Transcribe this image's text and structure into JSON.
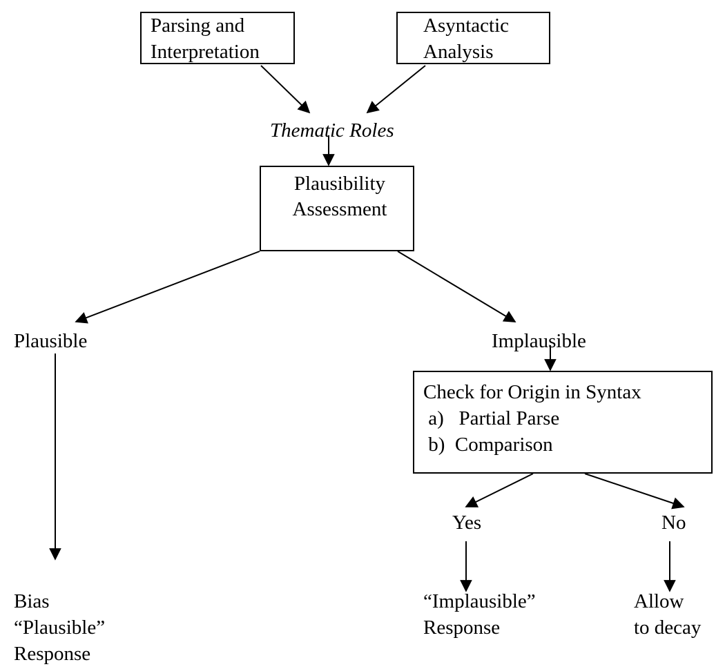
{
  "diagram": {
    "nodes": {
      "parsing": {
        "line1": "Parsing and",
        "line2": "Interpretation"
      },
      "asyntactic": {
        "line1": "Asyntactic",
        "line2": "Analysis"
      },
      "thematic": {
        "label": "Thematic Roles"
      },
      "plausibility": {
        "line1": "Plausibility",
        "line2": "Assessment"
      },
      "plausible": {
        "label": "Plausible"
      },
      "implausible": {
        "label": "Implausible"
      },
      "check": {
        "line1": "Check for Origin in Syntax",
        "line2": " a)   Partial Parse",
        "line3": " b)  Comparison"
      },
      "yes": {
        "label": "Yes"
      },
      "no": {
        "label": "No"
      },
      "bias": {
        "line1": "Bias",
        "line2": "“Plausible”",
        "line3": "Response"
      },
      "implausible_response": {
        "line1": "“Implausible”",
        "line2": "Response"
      },
      "decay": {
        "line1": "Allow",
        "line2": "to decay"
      }
    },
    "edges": [
      {
        "from": "parsing",
        "to": "thematic"
      },
      {
        "from": "asyntactic",
        "to": "thematic"
      },
      {
        "from": "thematic",
        "to": "plausibility"
      },
      {
        "from": "plausibility",
        "to": "plausible"
      },
      {
        "from": "plausibility",
        "to": "implausible"
      },
      {
        "from": "implausible",
        "to": "check"
      },
      {
        "from": "check",
        "to": "yes"
      },
      {
        "from": "check",
        "to": "no"
      },
      {
        "from": "plausible",
        "to": "bias"
      },
      {
        "from": "yes",
        "to": "implausible_response"
      },
      {
        "from": "no",
        "to": "decay"
      }
    ]
  }
}
